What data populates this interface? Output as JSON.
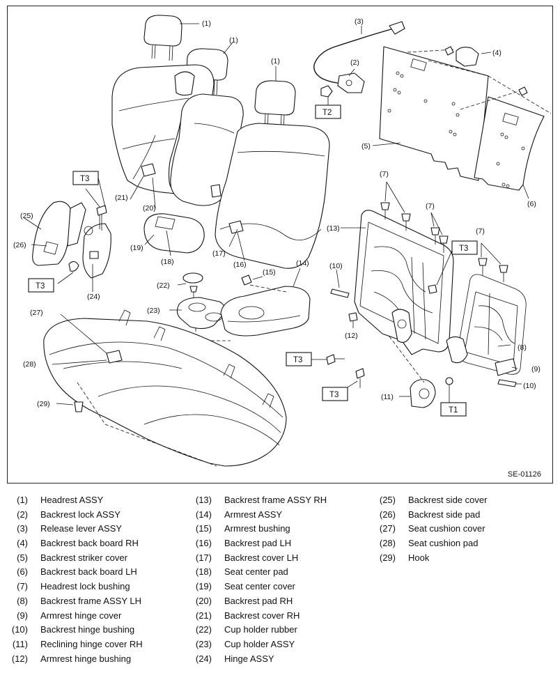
{
  "diagram_code": "SE-01126",
  "callouts": {
    "c1": "(1)",
    "c2": "(2)",
    "c3": "(3)",
    "c4": "(4)",
    "c5": "(5)",
    "c6": "(6)",
    "c7": "(7)",
    "c8": "(8)",
    "c9": "(9)",
    "c10": "(10)",
    "c11": "(11)",
    "c12": "(12)",
    "c13": "(13)",
    "c14": "(14)",
    "c15": "(15)",
    "c16": "(16)",
    "c17": "(17)",
    "c18": "(18)",
    "c19": "(19)",
    "c20": "(20)",
    "c21": "(21)",
    "c22": "(22)",
    "c23": "(23)",
    "c24": "(24)",
    "c25": "(25)",
    "c26": "(26)",
    "c27": "(27)",
    "c28": "(28)",
    "c29": "(29)"
  },
  "torque_labels": {
    "t1": "T1",
    "t2": "T2",
    "t3": "T3"
  },
  "legend": [
    [
      {
        "num": "(1)",
        "name": "Headrest ASSY"
      },
      {
        "num": "(2)",
        "name": "Backrest lock ASSY"
      },
      {
        "num": "(3)",
        "name": "Release lever ASSY"
      },
      {
        "num": "(4)",
        "name": "Backrest back board RH"
      },
      {
        "num": "(5)",
        "name": "Backrest striker cover"
      },
      {
        "num": "(6)",
        "name": "Backrest back board LH"
      },
      {
        "num": "(7)",
        "name": "Headrest lock bushing"
      },
      {
        "num": "(8)",
        "name": "Backrest frame ASSY LH"
      },
      {
        "num": "(9)",
        "name": "Armrest hinge cover"
      },
      {
        "num": "(10)",
        "name": "Backrest hinge bushing"
      },
      {
        "num": "(11)",
        "name": "Reclining hinge cover RH"
      },
      {
        "num": "(12)",
        "name": "Armrest hinge bushing"
      }
    ],
    [
      {
        "num": "(13)",
        "name": "Backrest frame ASSY RH"
      },
      {
        "num": "(14)",
        "name": "Armrest ASSY"
      },
      {
        "num": "(15)",
        "name": "Armrest bushing"
      },
      {
        "num": "(16)",
        "name": "Backrest pad LH"
      },
      {
        "num": "(17)",
        "name": "Backrest cover LH"
      },
      {
        "num": "(18)",
        "name": "Seat center pad"
      },
      {
        "num": "(19)",
        "name": "Seat center cover"
      },
      {
        "num": "(20)",
        "name": "Backrest pad RH"
      },
      {
        "num": "(21)",
        "name": "Backrest cover RH"
      },
      {
        "num": "(22)",
        "name": "Cup holder rubber"
      },
      {
        "num": "(23)",
        "name": "Cup holder ASSY"
      },
      {
        "num": "(24)",
        "name": "Hinge ASSY"
      }
    ],
    [
      {
        "num": "(25)",
        "name": "Backrest side cover"
      },
      {
        "num": "(26)",
        "name": "Backrest side pad"
      },
      {
        "num": "(27)",
        "name": "Seat cushion cover"
      },
      {
        "num": "(28)",
        "name": "Seat cushion pad"
      },
      {
        "num": "(29)",
        "name": "Hook"
      }
    ]
  ]
}
